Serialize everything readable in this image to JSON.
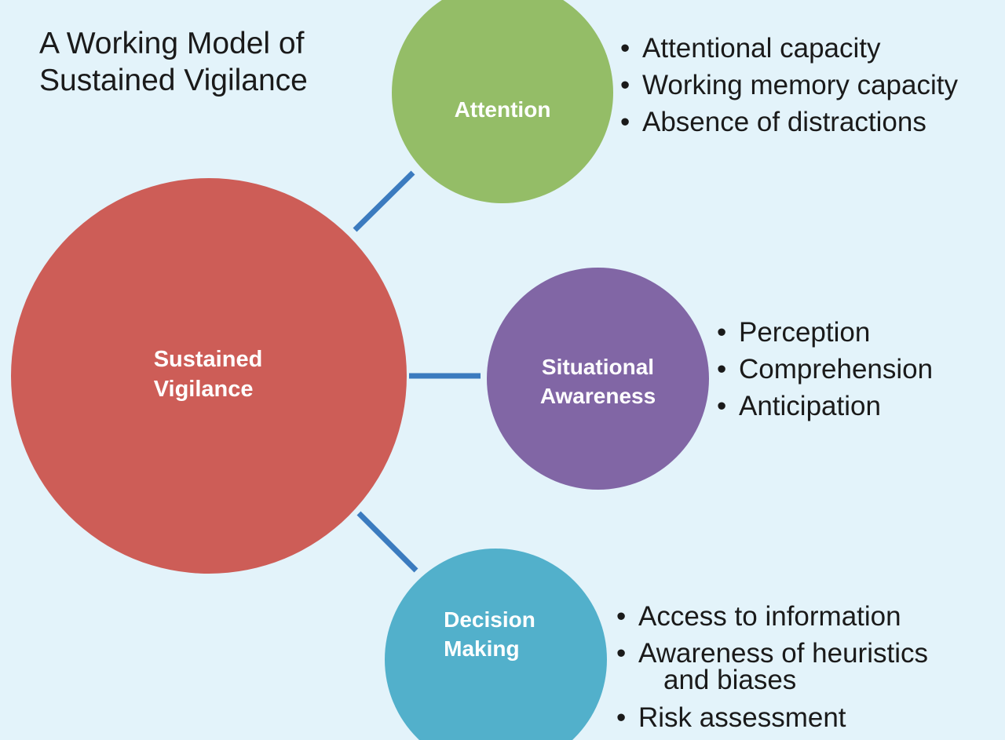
{
  "title": {
    "line1": "A Working Model of",
    "line2": "Sustained Vigilance"
  },
  "colors": {
    "background": "#e3f3fa",
    "sustained_vigilance": "#cd5d57",
    "attention": "#94bd67",
    "situational_awareness": "#8166a5",
    "decision_making": "#52b0cb",
    "connector": "#3b7bbf"
  },
  "nodes": {
    "center": {
      "line1": "Sustained",
      "line2": "Vigilance"
    },
    "attention": {
      "label": "Attention",
      "bullets": [
        "Attentional capacity",
        "Working memory capacity",
        "Absence of distractions"
      ]
    },
    "situational_awareness": {
      "line1": "Situational",
      "line2": "Awareness",
      "bullets": [
        "Perception",
        "Comprehension",
        "Anticipation"
      ]
    },
    "decision_making": {
      "line1": "Decision",
      "line2": "Making",
      "bullets": [
        "Access to information",
        "Awareness of heuristics",
        "and biases",
        "Risk assessment"
      ]
    }
  }
}
